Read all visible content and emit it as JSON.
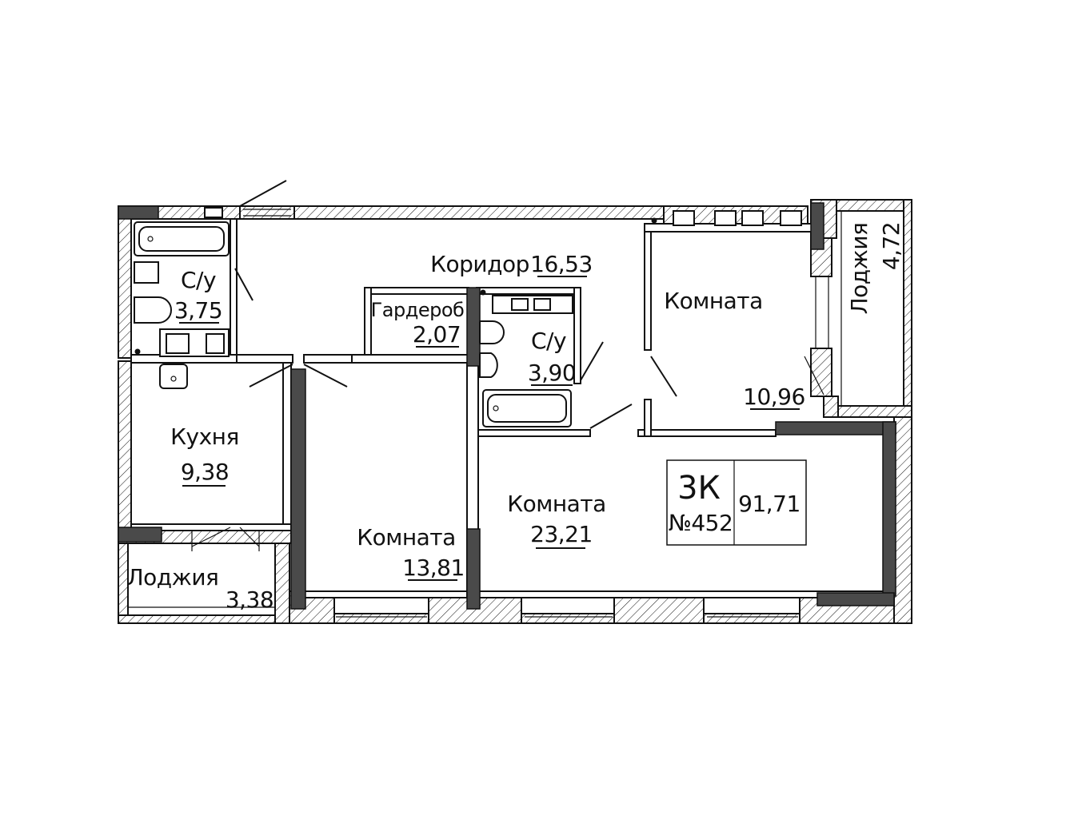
{
  "apartment": {
    "type": "3К",
    "number": "№452",
    "total_area": "91,71"
  },
  "rooms": {
    "bath1": {
      "name": "С/у",
      "area": "3,75"
    },
    "corridor": {
      "name": "Коридор",
      "area": "16,53"
    },
    "wardrobe": {
      "name": "Гардероб",
      "area": "2,07"
    },
    "bath2": {
      "name": "С/у",
      "area": "3,90"
    },
    "room_ne": {
      "name": "Комната",
      "area": "10,96"
    },
    "loggia_e": {
      "name": "Лоджия",
      "area": "4,72"
    },
    "kitchen": {
      "name": "Кухня",
      "area": "9,38"
    },
    "room_center": {
      "name": "Комната",
      "area": "13,81"
    },
    "room_large": {
      "name": "Комната",
      "area": "23,21"
    },
    "loggia_w": {
      "name": "Лоджия",
      "area": "3,38"
    }
  },
  "colors": {
    "line": "#111111",
    "column": "#4a4a4a",
    "background": "#ffffff"
  }
}
